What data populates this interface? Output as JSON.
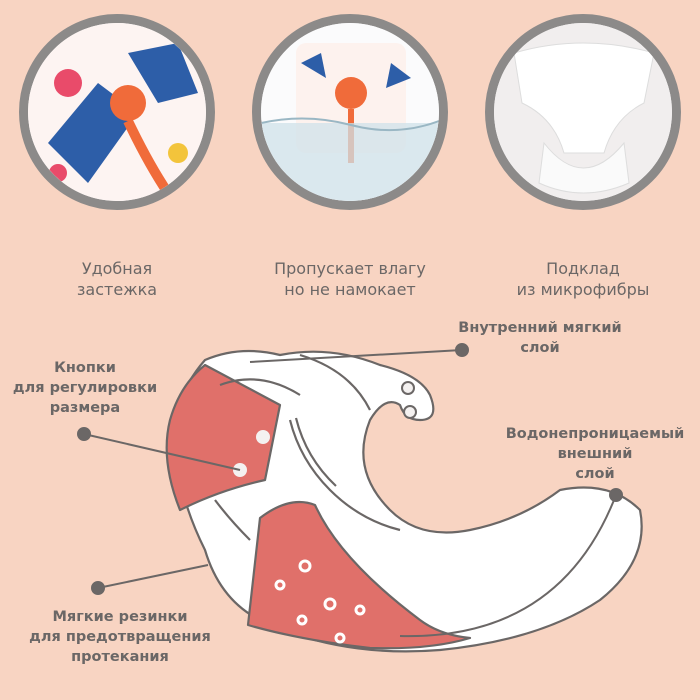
{
  "photos": [
    {
      "caption_line1": "Удобная",
      "caption_line2": "застежка"
    },
    {
      "caption_line1": "Пропускает влагу",
      "caption_line2": "но не намокает"
    },
    {
      "caption_line1": "Подклад",
      "caption_line2": "из микрофибры"
    }
  ],
  "callouts": {
    "inner_layer": {
      "line1": "Внутренний мягкий",
      "line2": "слой"
    },
    "snaps": {
      "line1": "Кнопки",
      "line2": "для регулировки",
      "line3": "размера"
    },
    "outer_layer": {
      "line1": "Водонепроницаемый",
      "line2": "внешний",
      "line3": "слой"
    },
    "elastic": {
      "line1": "Мягкие резинки",
      "line2": "для предотвращения",
      "line3": "протекания"
    }
  },
  "colors": {
    "background": "#f8d4c2",
    "accent": "#e0706a",
    "text": "#6b6766",
    "frame": "#8c8a89"
  }
}
